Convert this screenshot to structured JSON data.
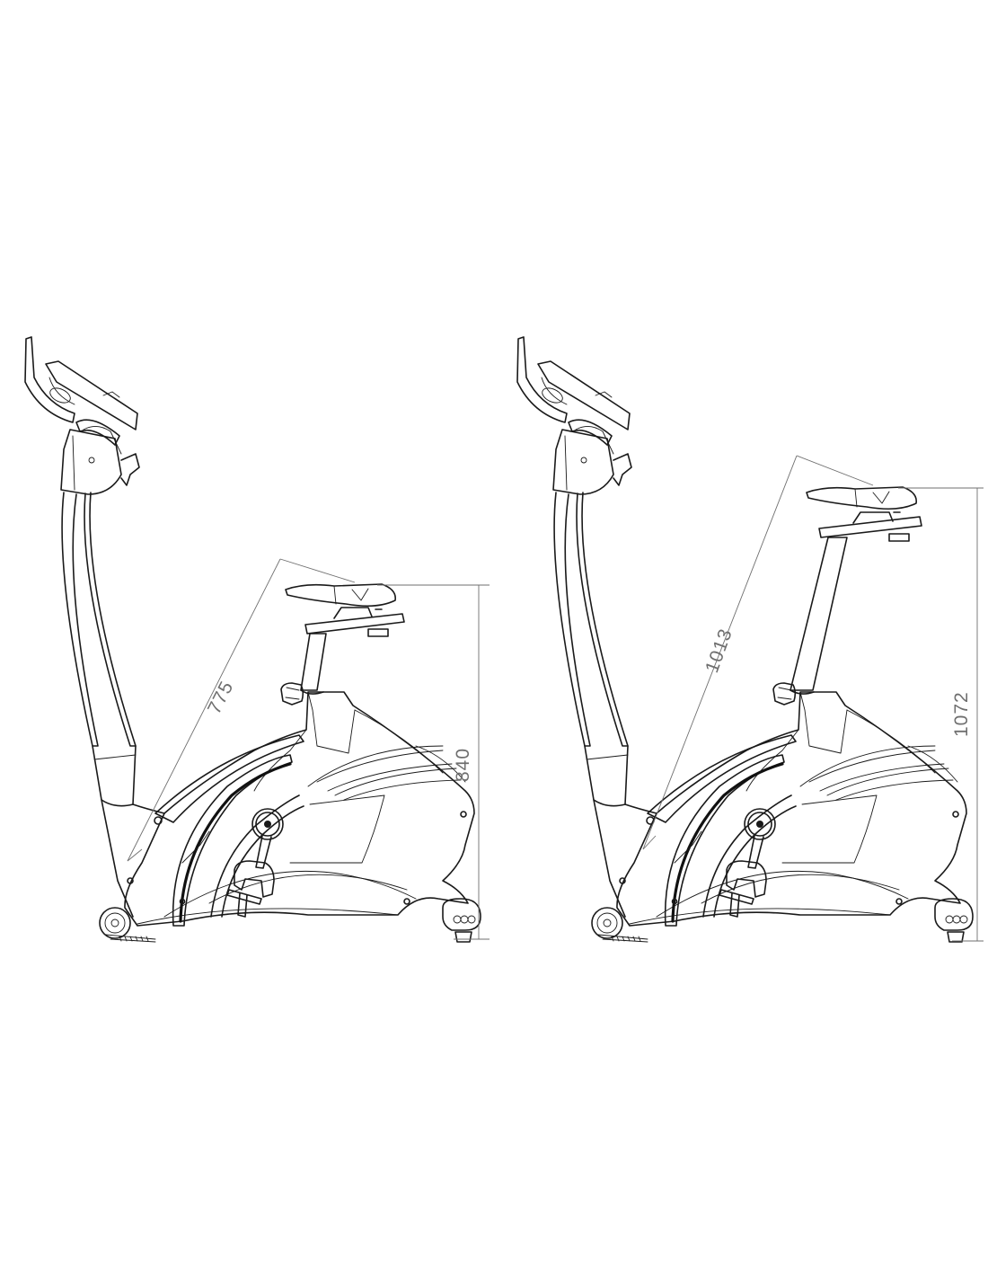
{
  "views": [
    {
      "name": "bike-view-left",
      "dimensions": {
        "seat_reach": "775",
        "seat_height": "840"
      }
    },
    {
      "name": "bike-view-right",
      "dimensions": {
        "seat_reach": "1013",
        "seat_height": "1072"
      }
    }
  ],
  "colors": {
    "line": "#1a1a1a",
    "dimension": "#6f6f6f",
    "background": "#ffffff"
  }
}
